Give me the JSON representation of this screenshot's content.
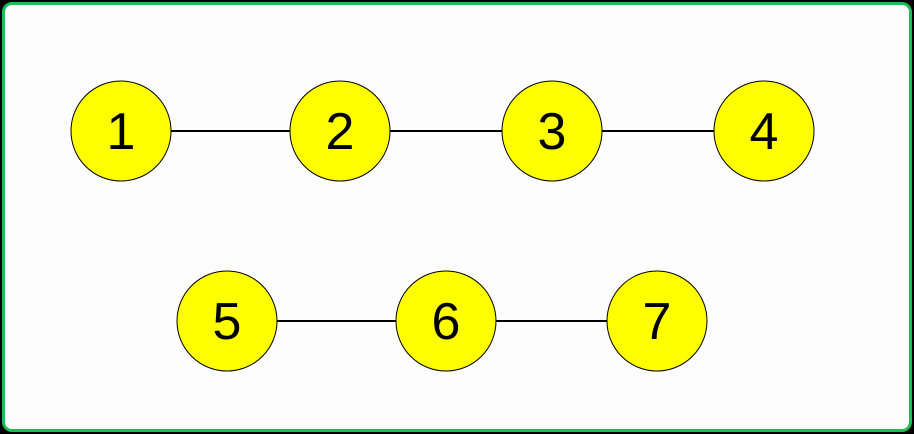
{
  "colors": {
    "frame_border": "#22bb55",
    "background": "#fdfdfd",
    "node_fill": "#ffff00",
    "node_stroke": "#000000",
    "edge": "#000000",
    "text": "#000000"
  },
  "nodes": [
    {
      "id": "n1",
      "label": "1"
    },
    {
      "id": "n2",
      "label": "2"
    },
    {
      "id": "n3",
      "label": "3"
    },
    {
      "id": "n4",
      "label": "4"
    },
    {
      "id": "n5",
      "label": "5"
    },
    {
      "id": "n6",
      "label": "6"
    },
    {
      "id": "n7",
      "label": "7"
    }
  ],
  "edges": [
    {
      "from": "n1",
      "to": "n2"
    },
    {
      "from": "n2",
      "to": "n3"
    },
    {
      "from": "n3",
      "to": "n4"
    },
    {
      "from": "n5",
      "to": "n6"
    },
    {
      "from": "n6",
      "to": "n7"
    }
  ]
}
